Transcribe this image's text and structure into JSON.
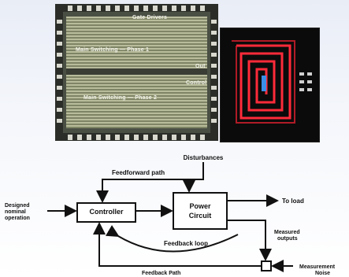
{
  "chip_photo": {
    "labels": {
      "gate_driver": "Gate Drivers",
      "phase1": "Main Switching — Phase 1",
      "out": "Out",
      "control": "Control",
      "phase2": "Main Switching — Phase 2"
    }
  },
  "block_diagram": {
    "inputs": {
      "designed_line1": "Designed",
      "designed_line2": "nominal",
      "designed_line3": "operation"
    },
    "blocks": {
      "controller": "Controller",
      "power_line1": "Power",
      "power_line2": "Circuit"
    },
    "labels": {
      "disturbances": "Disturbances",
      "feedforward": "Feedforward path",
      "to_load": "To load",
      "measured_line1": "Measured",
      "measured_line2": "outputs",
      "feedback_loop": "Feedback loop",
      "feedback_path": "Feedback Path",
      "measurement_line1": "Measurement",
      "measurement_line2": "Noise"
    },
    "colors": {
      "line": "#111111",
      "coil_trace": "#ff2b3a",
      "background_top": "#e9edf6"
    }
  }
}
